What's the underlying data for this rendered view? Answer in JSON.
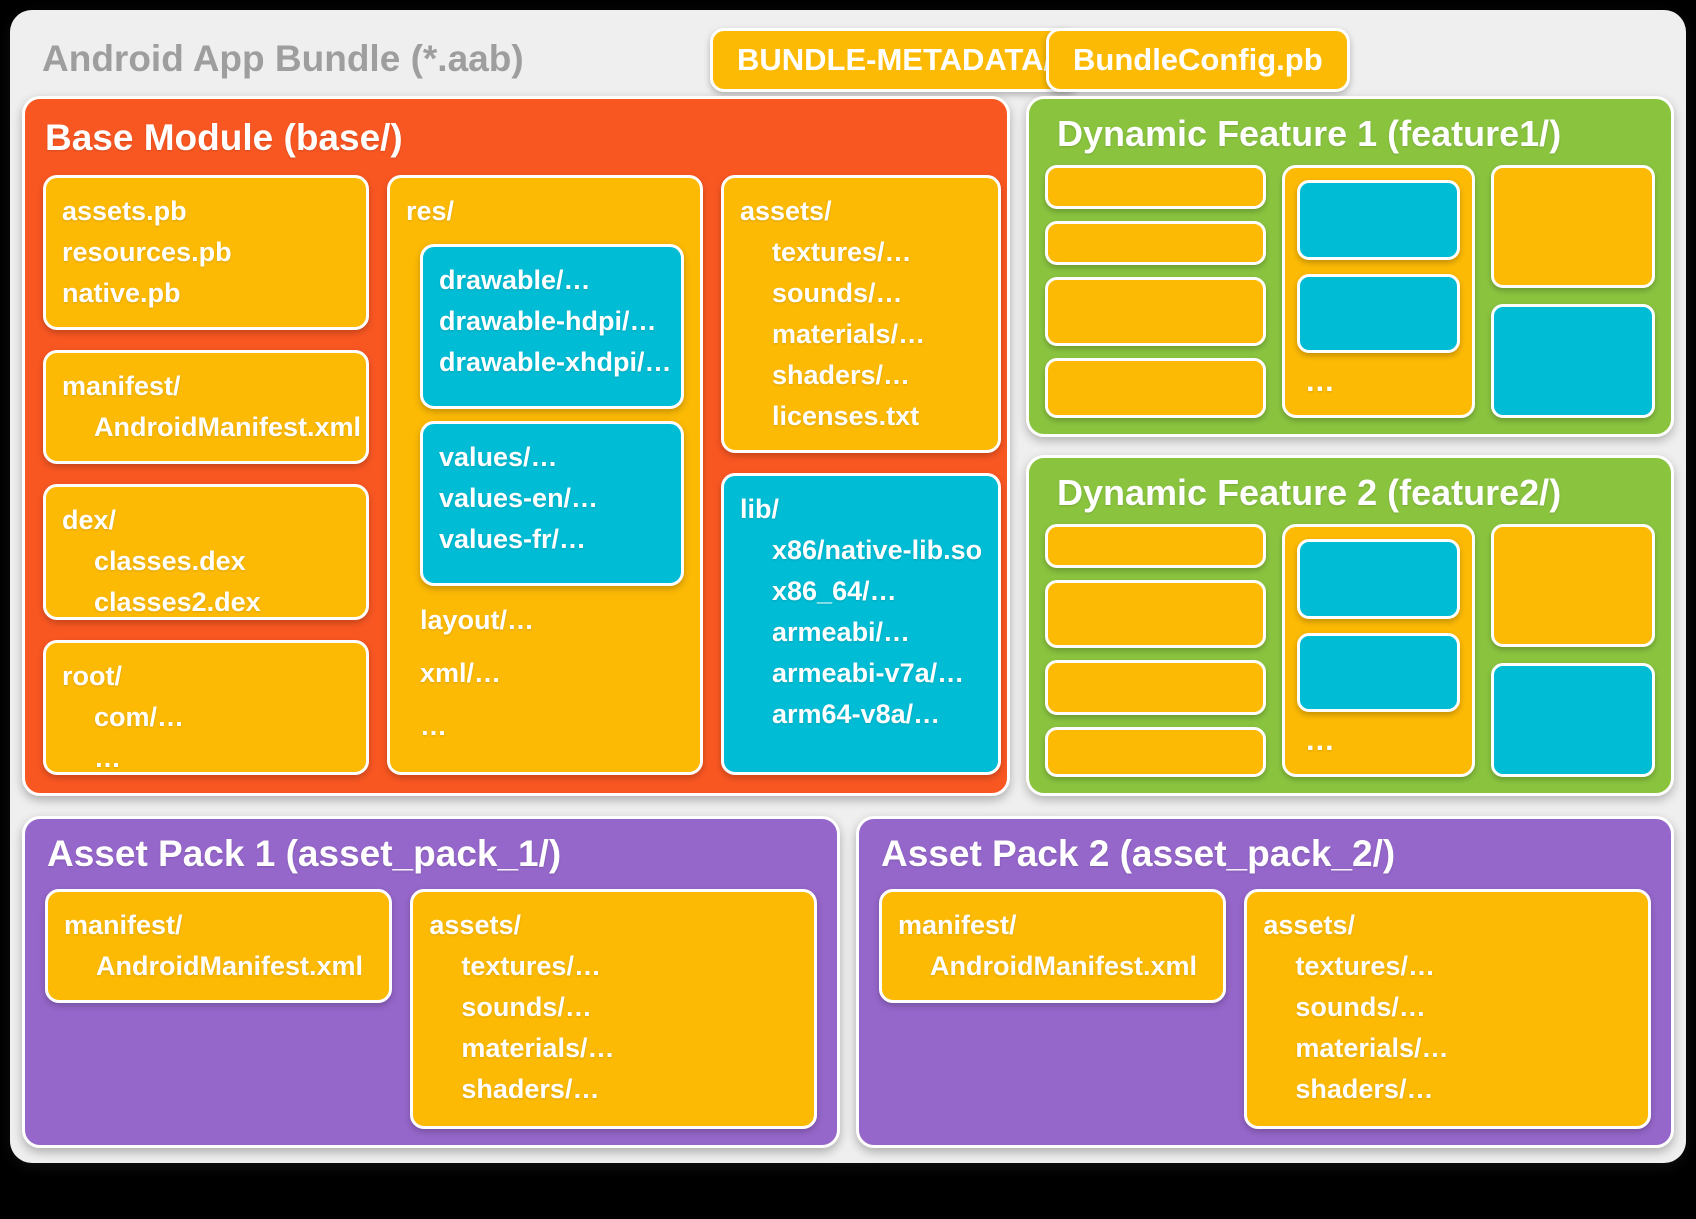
{
  "title": "Android App Bundle (*.aab)",
  "top_buttons": {
    "bundle_metadata": "BUNDLE-METADATA/",
    "bundle_config": "BundleConfig.pb"
  },
  "colors": {
    "orange": "#F95722",
    "yellow": "#FCBA05",
    "teal": "#00BCD4",
    "green": "#8AC43F",
    "purple": "#9667CB",
    "card_bg": "#EFEFEF",
    "title_gray": "#9E9E9E"
  },
  "base_module": {
    "title": "Base Module (base/)",
    "metadata_files": [
      "assets.pb",
      "resources.pb",
      "native.pb"
    ],
    "manifest": {
      "dir": "manifest/",
      "file": "AndroidManifest.xml"
    },
    "dex": {
      "dir": "dex/",
      "files": [
        "classes.dex",
        "classes2.dex",
        "…"
      ]
    },
    "root": {
      "dir": "root/",
      "files": [
        "com/…",
        "…"
      ]
    },
    "res": {
      "dir": "res/",
      "drawable_group": [
        "drawable/…",
        "drawable-hdpi/…",
        "drawable-xhdpi/…",
        "…"
      ],
      "values_group": [
        "values/…",
        "values-en/…",
        "values-fr/…",
        "…"
      ],
      "other": [
        "layout/…",
        "xml/…",
        "…"
      ]
    },
    "assets": {
      "dir": "assets/",
      "files": [
        "textures/…",
        "sounds/…",
        "materials/…",
        "shaders/…",
        "licenses.txt"
      ]
    },
    "lib": {
      "dir": "lib/",
      "files": [
        "x86/native-lib.so",
        "x86_64/…",
        "armeabi/…",
        "armeabi-v7a/…",
        "arm64-v8a/…"
      ]
    }
  },
  "dynamic_features": [
    {
      "title": "Dynamic Feature 1 (feature1/)",
      "ellipsis": "…"
    },
    {
      "title": "Dynamic Feature 2 (feature2/)",
      "ellipsis": "…"
    }
  ],
  "asset_packs": [
    {
      "title": "Asset Pack 1 (asset_pack_1/)",
      "manifest": {
        "dir": "manifest/",
        "file": "AndroidManifest.xml"
      },
      "assets": {
        "dir": "assets/",
        "files": [
          "textures/…",
          "sounds/…",
          "materials/…",
          "shaders/…"
        ]
      }
    },
    {
      "title": "Asset Pack 2 (asset_pack_2/)",
      "manifest": {
        "dir": "manifest/",
        "file": "AndroidManifest.xml"
      },
      "assets": {
        "dir": "assets/",
        "files": [
          "textures/…",
          "sounds/…",
          "materials/…",
          "shaders/…"
        ]
      }
    }
  ]
}
